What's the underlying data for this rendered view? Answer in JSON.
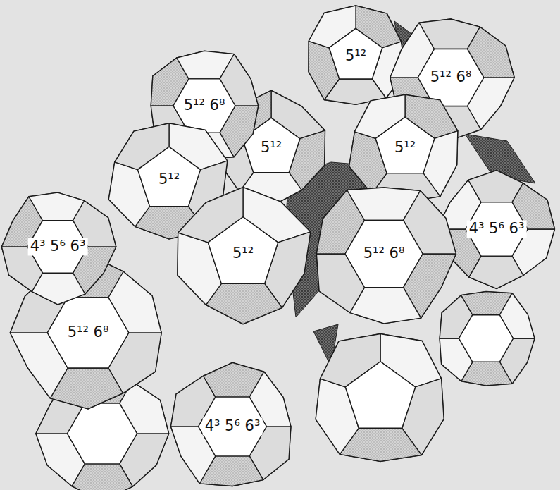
{
  "diagram": {
    "labels": [
      "5¹²",
      "5¹² 6⁸",
      "5¹² 6⁸",
      "5¹²",
      "5¹²",
      "5¹²",
      "4³ 5⁶ 6³",
      "5¹²",
      "5¹² 6⁸",
      "4³ 5⁶ 6³",
      "5¹² 6⁸",
      "4³ 5⁶ 6³"
    ]
  }
}
